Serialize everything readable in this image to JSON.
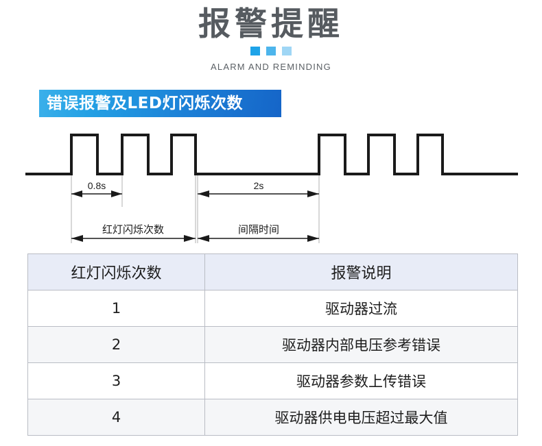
{
  "header": {
    "title": "报警提醒",
    "subtitle": "ALARM AND REMINDING",
    "decor_squares": [
      {
        "name": "square-1",
        "color": "#1EA3E8"
      },
      {
        "name": "square-2",
        "color": "#4DB5EC"
      },
      {
        "name": "square-3",
        "color": "#9FD6F5"
      }
    ]
  },
  "section": {
    "banner_label": "错误报警及LED灯闪烁次数",
    "banner_color_start": "#3BB0EA",
    "banner_color_end": "#1565C8"
  },
  "diagram": {
    "pulse_width_label": "0.8s",
    "interval_label": "2s",
    "burst_label": "红灯闪烁次数",
    "gap_label": "间隔时间",
    "burst1_pulses": 3,
    "burst2_pulses": 3,
    "line_color": "#1a1a1a"
  },
  "table": {
    "columns": [
      "红灯闪烁次数",
      "报警说明"
    ],
    "rows": [
      {
        "count": "1",
        "description": "驱动器过流"
      },
      {
        "count": "2",
        "description": "驱动器内部电压参考错误"
      },
      {
        "count": "3",
        "description": "驱动器参数上传错误"
      },
      {
        "count": "4",
        "description": "驱动器供电电压超过最大值"
      }
    ]
  }
}
